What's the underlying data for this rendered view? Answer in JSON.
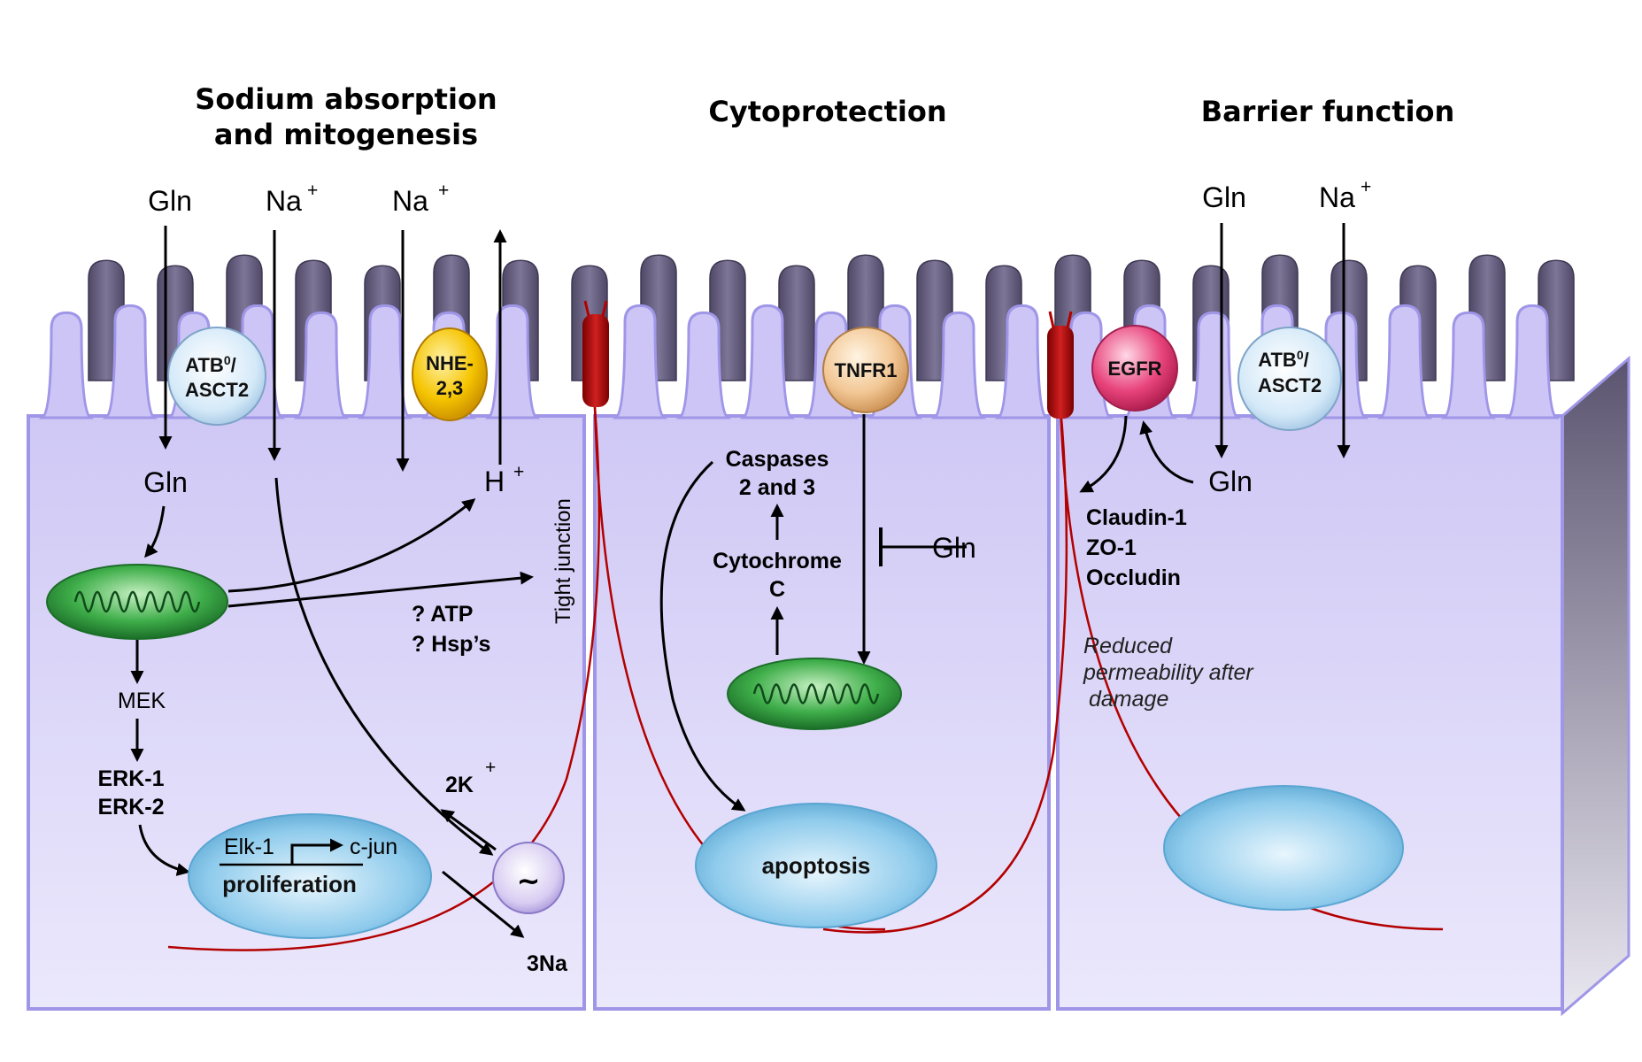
{
  "sections": {
    "sodium_title_line1": "Sodium absorption",
    "sodium_title_line2": "and mitogenesis",
    "cytoprotection_title": "Cytoprotection",
    "barrier_title": "Barrier function"
  },
  "cell1": {
    "gln_top": "Gln",
    "na1": "Na",
    "na2": "Na",
    "plus": "+",
    "atb_line1": "ATB",
    "atb_sup": "0",
    "atb_slash": "/",
    "atb_line2": "ASCT2",
    "nhe_line1": "NHE-",
    "nhe_line2": "2,3",
    "gln_inside": "Gln",
    "h": "H",
    "atp": "? ATP",
    "hsp": "? Hsp’s",
    "mek": "MEK",
    "erk1": "ERK-1",
    "erk2": "ERK-2",
    "elk": "Elk-1",
    "cjun": "c-jun",
    "proliferation": "proliferation",
    "k": "2K",
    "na3": "3Na",
    "pump_symbol": "~",
    "tight_junction": "Tight  junction"
  },
  "cell2": {
    "tnfr": "TNFR1",
    "caspases_line1": "Caspases",
    "caspases_line2": "2 and 3",
    "cyto_line1": "Cytochrome",
    "cyto_line2": "C",
    "gln": "Gln",
    "apoptosis": "apoptosis"
  },
  "cell3": {
    "gln_top": "Gln",
    "na": "Na",
    "plus": "+",
    "egfr": "EGFR",
    "atb_line1": "ATB",
    "atb_sup": "0",
    "atb_slash": "/",
    "atb_line2": "ASCT2",
    "gln_inside": "Gln",
    "claudin": "Claudin-1",
    "zo1": "ZO-1",
    "occludin": "Occludin",
    "reduced_line1": "Reduced",
    "reduced_line2": "permeability after",
    "reduced_line3": "damage"
  },
  "colors": {
    "cytoplasm": "#d9d4f7",
    "membrane": "#9f96e8",
    "microvilli_back": "#5f5878",
    "junction": "#b30000",
    "mitochondrion": "#2f9a3c",
    "nucleus": "#9fd3ef"
  }
}
